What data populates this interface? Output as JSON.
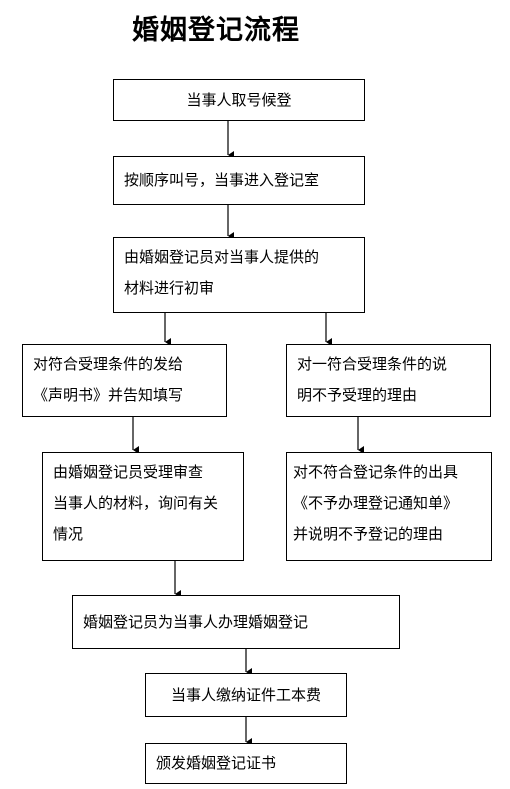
{
  "title": "婚姻登记流程",
  "steps": {
    "s1": [
      "当事人取号候登"
    ],
    "s2": [
      "按顺序叫号，当事进入登记室"
    ],
    "s3": [
      "由婚姻登记员对当事人提供的",
      "材料进行初审"
    ],
    "s4": [
      "对符合受理条件的发给",
      "《声明书》并告知填写"
    ],
    "s5": [
      "对一符合受理条件的说",
      "明不予受理的理由"
    ],
    "s6": [
      "由婚姻登记员受理审查",
      "当事人的材料，询问有关",
      "情况"
    ],
    "s7": [
      "对不符合登记条件的出具",
      "《不予办理登记通知单》",
      "并说明不予登记的理由"
    ],
    "s8": [
      "婚姻登记员为当事人办理婚姻登记"
    ],
    "s9": [
      "当事人缴纳证件工本费"
    ],
    "s10": [
      "颁发婚姻登记证书"
    ]
  }
}
